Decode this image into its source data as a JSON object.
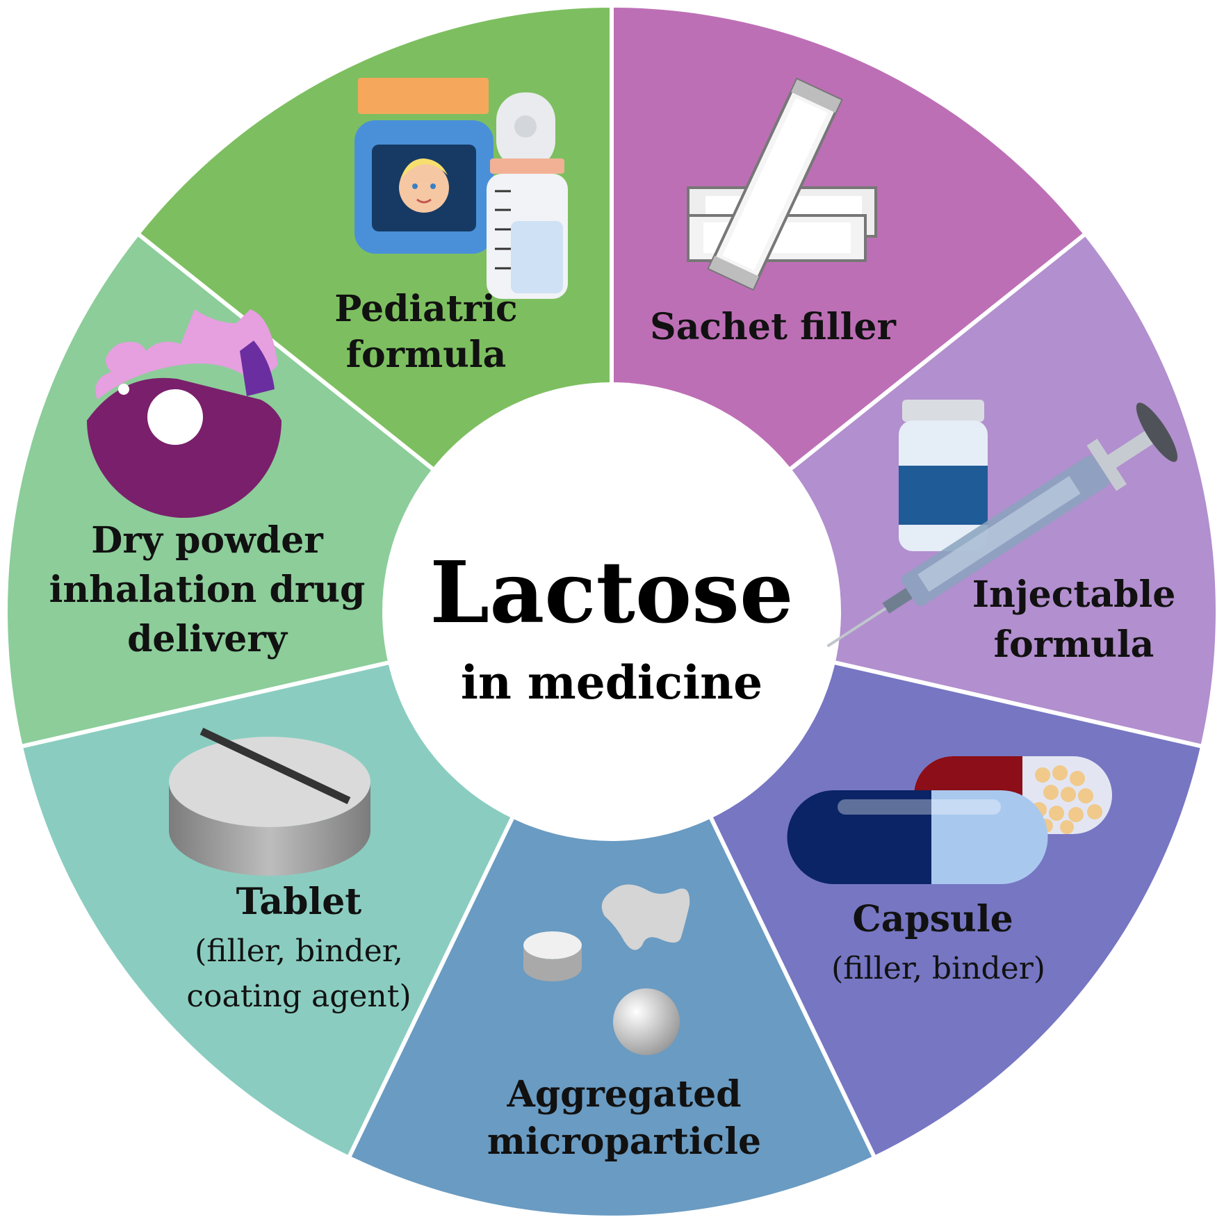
{
  "center": {
    "title": "Lactose",
    "subtitle": "in medicine"
  },
  "segments": [
    {
      "id": "pediatric",
      "lines": [
        "Pediatric",
        "formula"
      ],
      "sub": [],
      "color": "#7dbf60",
      "icon": "baby-formula-jar-and-bottle-icon"
    },
    {
      "id": "sachet",
      "lines": [
        "Sachet filler"
      ],
      "sub": [],
      "color": "#bd6fb6",
      "icon": "sachet-packets-icon"
    },
    {
      "id": "injectable",
      "lines": [
        "Injectable",
        "formula"
      ],
      "sub": [],
      "color": "#b28fce",
      "icon": "vial-and-syringe-icon"
    },
    {
      "id": "capsule",
      "lines": [
        "Capsule"
      ],
      "sub": [
        "(filler, binder)"
      ],
      "color": "#7676c3",
      "icon": "capsules-icon"
    },
    {
      "id": "microparticle",
      "lines": [
        "Aggregated",
        "microparticle"
      ],
      "sub": [],
      "color": "#6a9bc2",
      "icon": "microparticles-icon"
    },
    {
      "id": "tablet",
      "lines": [
        "Tablet"
      ],
      "sub": [
        "(filler, binder,",
        "coating agent)"
      ],
      "color": "#8acdc0",
      "icon": "scored-tablet-icon"
    },
    {
      "id": "inhaler",
      "lines": [
        "Dry powder",
        "inhalation drug",
        "delivery"
      ],
      "sub": [],
      "color": "#8ccd9a",
      "icon": "dry-powder-inhaler-icon"
    }
  ],
  "icon_colors": {
    "jar_lid": "#f5a85c",
    "jar_body": "#4a90d9",
    "jar_label": "#163a63",
    "capsule_navy": "#0a2466",
    "capsule_light": "#a9c8ee",
    "capsule_red": "#8b0e18",
    "inhaler_dark": "#7a1f6b",
    "inhaler_light": "#e69fdf",
    "inhaler_accent": "#6b2ea0",
    "vial_blue": "#1f5b96"
  }
}
